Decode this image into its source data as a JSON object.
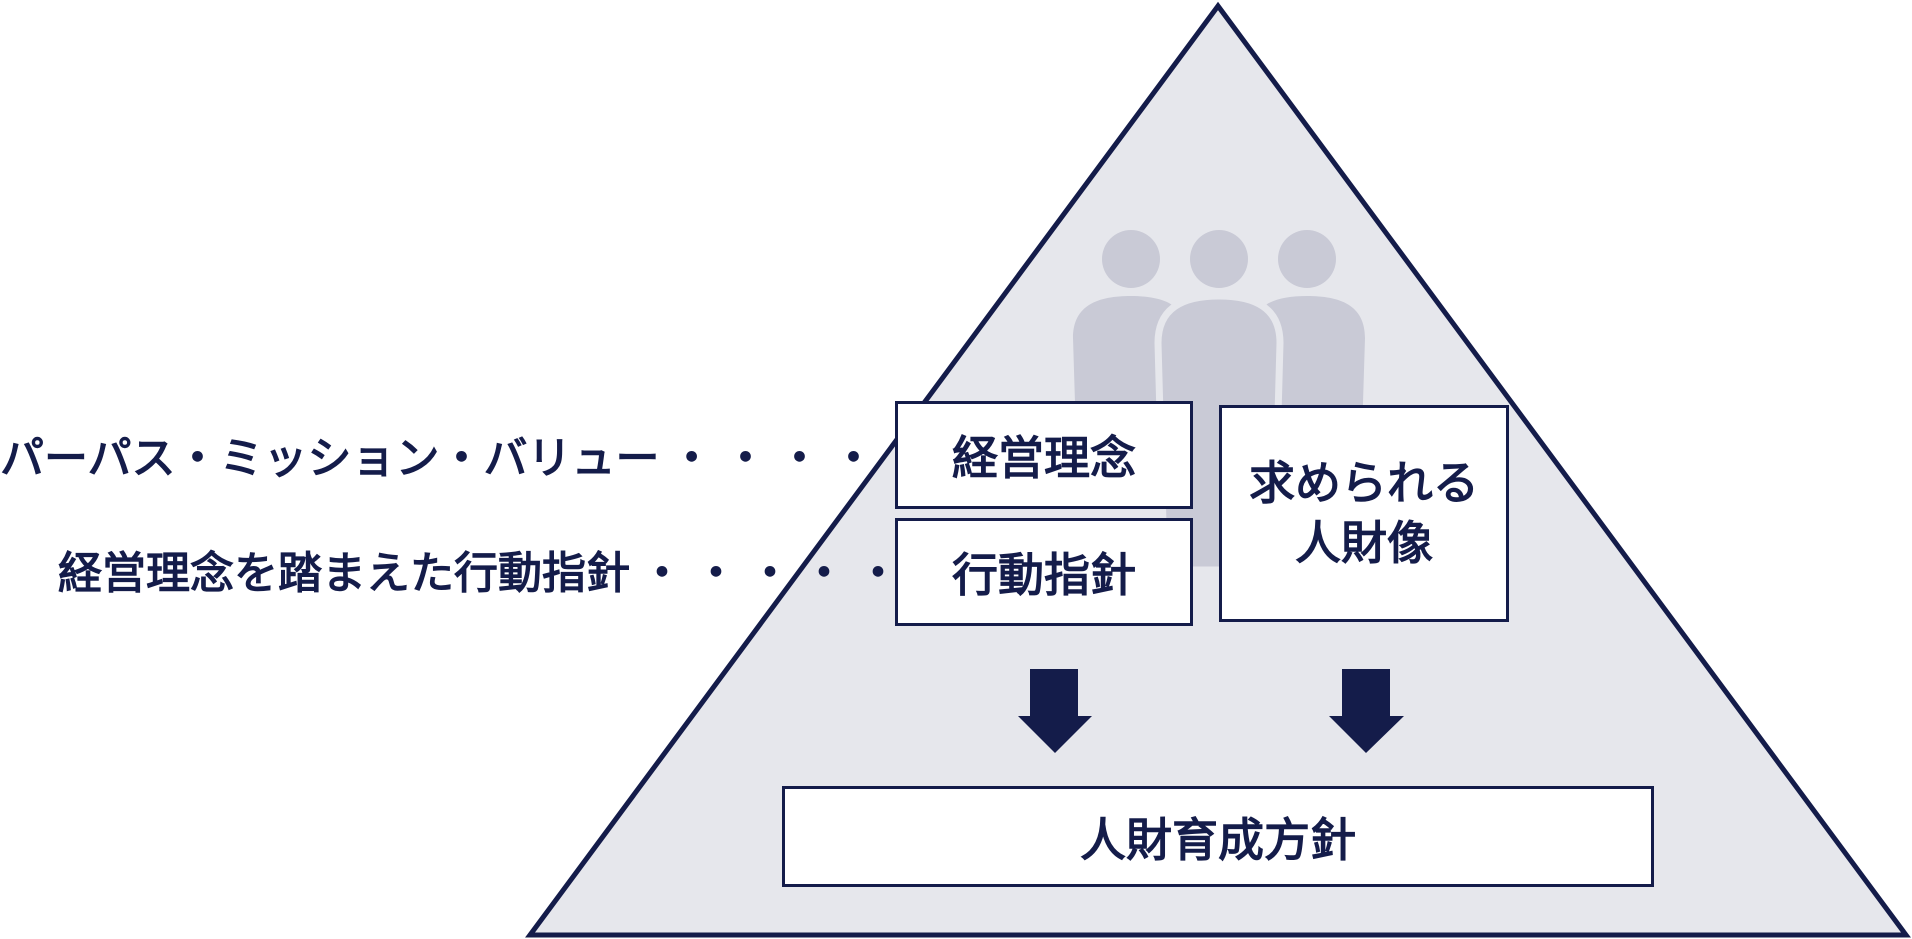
{
  "colors": {
    "navy": "#141c4a",
    "triangle_fill": "#e6e7ec",
    "people_icon": "#c9cad6",
    "box_fill": "#ffffff"
  },
  "left_labels": {
    "purpose": "パーパス・ミッション・バリュー",
    "purpose_leader": "・・・・",
    "conduct": "経営理念を踏まえた行動指針",
    "conduct_leader": "・・・・・"
  },
  "boxes": {
    "philosophy": "経営理念",
    "conduct_guideline": "行動指針",
    "desired_talent_line1": "求められる",
    "desired_talent_line2": "人財像",
    "development_policy": "人財育成方針"
  },
  "icons": {
    "people": "people-group-icon",
    "arrow": "arrow-down-icon"
  }
}
